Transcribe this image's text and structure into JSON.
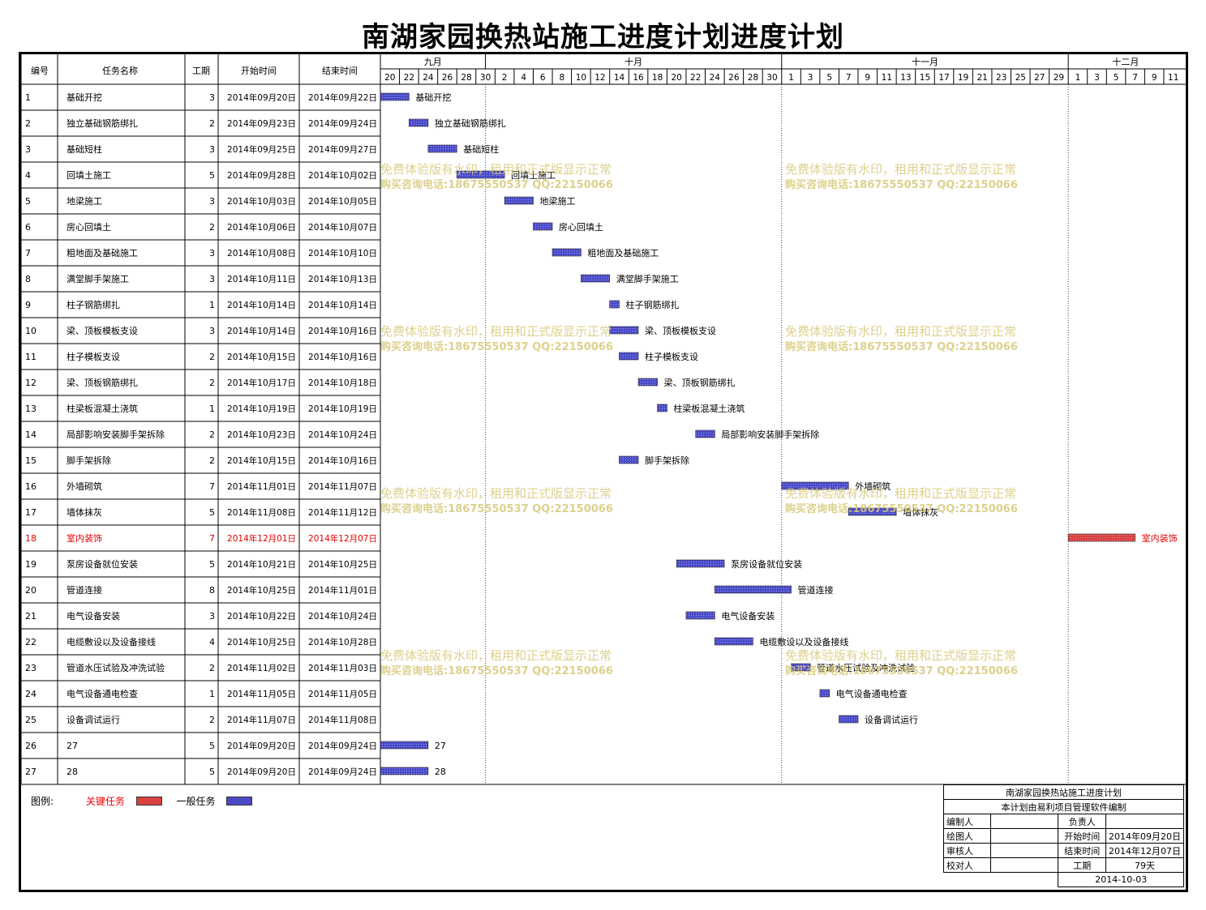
{
  "title": "南湖家园换热站施工进度计划进度计划",
  "headers": {
    "id": "编号",
    "name": "任务名称",
    "duration": "工期",
    "start": "开始时间",
    "end": "结束时间"
  },
  "chart_data": {
    "type": "gantt",
    "timeline": {
      "start": "2014-09-20",
      "end": "2014-12-12",
      "tick_every_days": 2
    },
    "months": [
      {
        "label": "九月",
        "year": 2014,
        "month": 9
      },
      {
        "label": "十月",
        "year": 2014,
        "month": 10
      },
      {
        "label": "十一月",
        "year": 2014,
        "month": 11
      },
      {
        "label": "十二月",
        "year": 2014,
        "month": 12
      }
    ],
    "tasks": [
      {
        "id": "1",
        "name": "基础开挖",
        "duration": "3",
        "start": "2014年09月20日",
        "end": "2014年09月22日",
        "bar_start": "2014-09-20",
        "bar_end": "2014-09-22",
        "critical": false
      },
      {
        "id": "2",
        "name": "独立基础钢筋绑扎",
        "duration": "2",
        "start": "2014年09月23日",
        "end": "2014年09月24日",
        "bar_start": "2014-09-23",
        "bar_end": "2014-09-24",
        "critical": false
      },
      {
        "id": "3",
        "name": "基础短柱",
        "duration": "3",
        "start": "2014年09月25日",
        "end": "2014年09月27日",
        "bar_start": "2014-09-25",
        "bar_end": "2014-09-27",
        "critical": false
      },
      {
        "id": "4",
        "name": "回填土施工",
        "duration": "5",
        "start": "2014年09月28日",
        "end": "2014年10月02日",
        "bar_start": "2014-09-28",
        "bar_end": "2014-10-02",
        "critical": false
      },
      {
        "id": "5",
        "name": "地梁施工",
        "duration": "3",
        "start": "2014年10月03日",
        "end": "2014年10月05日",
        "bar_start": "2014-10-03",
        "bar_end": "2014-10-05",
        "critical": false
      },
      {
        "id": "6",
        "name": "房心回填土",
        "duration": "2",
        "start": "2014年10月06日",
        "end": "2014年10月07日",
        "bar_start": "2014-10-06",
        "bar_end": "2014-10-07",
        "critical": false
      },
      {
        "id": "7",
        "name": "粗地面及基础施工",
        "duration": "3",
        "start": "2014年10月08日",
        "end": "2014年10月10日",
        "bar_start": "2014-10-08",
        "bar_end": "2014-10-10",
        "critical": false
      },
      {
        "id": "8",
        "name": "满堂脚手架施工",
        "duration": "3",
        "start": "2014年10月11日",
        "end": "2014年10月13日",
        "bar_start": "2014-10-11",
        "bar_end": "2014-10-13",
        "critical": false
      },
      {
        "id": "9",
        "name": "柱子钢筋绑扎",
        "duration": "1",
        "start": "2014年10月14日",
        "end": "2014年10月14日",
        "bar_start": "2014-10-14",
        "bar_end": "2014-10-14",
        "critical": false
      },
      {
        "id": "10",
        "name": "梁、顶板模板支设",
        "duration": "3",
        "start": "2014年10月14日",
        "end": "2014年10月16日",
        "bar_start": "2014-10-14",
        "bar_end": "2014-10-16",
        "critical": false
      },
      {
        "id": "11",
        "name": "柱子模板支设",
        "duration": "2",
        "start": "2014年10月15日",
        "end": "2014年10月16日",
        "bar_start": "2014-10-15",
        "bar_end": "2014-10-16",
        "critical": false
      },
      {
        "id": "12",
        "name": "梁、顶板钢筋绑扎",
        "duration": "2",
        "start": "2014年10月17日",
        "end": "2014年10月18日",
        "bar_start": "2014-10-17",
        "bar_end": "2014-10-18",
        "critical": false
      },
      {
        "id": "13",
        "name": "柱梁板混凝土浇筑",
        "duration": "1",
        "start": "2014年10月19日",
        "end": "2014年10月19日",
        "bar_start": "2014-10-19",
        "bar_end": "2014-10-19",
        "critical": false
      },
      {
        "id": "14",
        "name": "局部影响安装脚手架拆除",
        "duration": "2",
        "start": "2014年10月23日",
        "end": "2014年10月24日",
        "bar_start": "2014-10-23",
        "bar_end": "2014-10-24",
        "critical": false
      },
      {
        "id": "15",
        "name": "脚手架拆除",
        "duration": "2",
        "start": "2014年10月15日",
        "end": "2014年10月16日",
        "bar_start": "2014-10-15",
        "bar_end": "2014-10-16",
        "critical": false
      },
      {
        "id": "16",
        "name": "外墙砌筑",
        "duration": "7",
        "start": "2014年11月01日",
        "end": "2014年11月07日",
        "bar_start": "2014-11-01",
        "bar_end": "2014-11-07",
        "critical": false
      },
      {
        "id": "17",
        "name": "墙体抹灰",
        "duration": "5",
        "start": "2014年11月08日",
        "end": "2014年11月12日",
        "bar_start": "2014-11-08",
        "bar_end": "2014-11-12",
        "critical": false
      },
      {
        "id": "18",
        "name": "室内装饰",
        "duration": "7",
        "start": "2014年12月01日",
        "end": "2014年12月07日",
        "bar_start": "2014-12-01",
        "bar_end": "2014-12-07",
        "critical": true
      },
      {
        "id": "19",
        "name": "泵房设备就位安装",
        "duration": "5",
        "start": "2014年10月21日",
        "end": "2014年10月25日",
        "bar_start": "2014-10-21",
        "bar_end": "2014-10-25",
        "critical": false
      },
      {
        "id": "20",
        "name": "管道连接",
        "duration": "8",
        "start": "2014年10月25日",
        "end": "2014年11月01日",
        "bar_start": "2014-10-25",
        "bar_end": "2014-11-01",
        "critical": false
      },
      {
        "id": "21",
        "name": "电气设备安装",
        "duration": "3",
        "start": "2014年10月22日",
        "end": "2014年10月24日",
        "bar_start": "2014-10-22",
        "bar_end": "2014-10-24",
        "critical": false
      },
      {
        "id": "22",
        "name": "电缆敷设以及设备接线",
        "duration": "4",
        "start": "2014年10月25日",
        "end": "2014年10月28日",
        "bar_start": "2014-10-25",
        "bar_end": "2014-10-28",
        "critical": false
      },
      {
        "id": "23",
        "name": "管道水压试验及冲洗试验",
        "duration": "2",
        "start": "2014年11月02日",
        "end": "2014年11月03日",
        "bar_start": "2014-11-02",
        "bar_end": "2014-11-03",
        "critical": false
      },
      {
        "id": "24",
        "name": "电气设备通电检查",
        "duration": "1",
        "start": "2014年11月05日",
        "end": "2014年11月05日",
        "bar_start": "2014-11-05",
        "bar_end": "2014-11-05",
        "critical": false
      },
      {
        "id": "25",
        "name": "设备调试运行",
        "duration": "2",
        "start": "2014年11月07日",
        "end": "2014年11月08日",
        "bar_start": "2014-11-07",
        "bar_end": "2014-11-08",
        "critical": false
      },
      {
        "id": "26",
        "name": "27",
        "duration": "5",
        "start": "2014年09月20日",
        "end": "2014年09月24日",
        "bar_start": "2014-09-20",
        "bar_end": "2014-09-24",
        "critical": false
      },
      {
        "id": "27",
        "name": "28",
        "duration": "5",
        "start": "2014年09月20日",
        "end": "2014年09月24日",
        "bar_start": "2014-09-20",
        "bar_end": "2014-09-24",
        "critical": false
      }
    ]
  },
  "watermark": {
    "line1": "免费体验版有水印，租用和正式版显示正常",
    "line2": "购买咨询电话:18675550537 QQ:22150066"
  },
  "legend": {
    "label": "图例:",
    "critical": "关键任务",
    "normal": "一般任务"
  },
  "info": {
    "project": "南湖家园换热站施工进度计划",
    "software": "本计划由易利项目管理软件编制",
    "compiler": "编制人",
    "owner": "负责人",
    "drafter": "绘图人",
    "start_label": "开始时间",
    "start_value": "2014年09月20日",
    "reviewer": "审核人",
    "end_label": "结束时间",
    "end_value": "2014年12月07日",
    "checker": "校对人",
    "duration_label": "工期",
    "duration_value": "79天",
    "date": "2014-10-03"
  },
  "colors": {
    "critical_bar": "#d94040",
    "normal_bar": "#4a4ac8",
    "critical_text": "#e00000",
    "watermark": "#d8c878",
    "grid": "#888888"
  }
}
